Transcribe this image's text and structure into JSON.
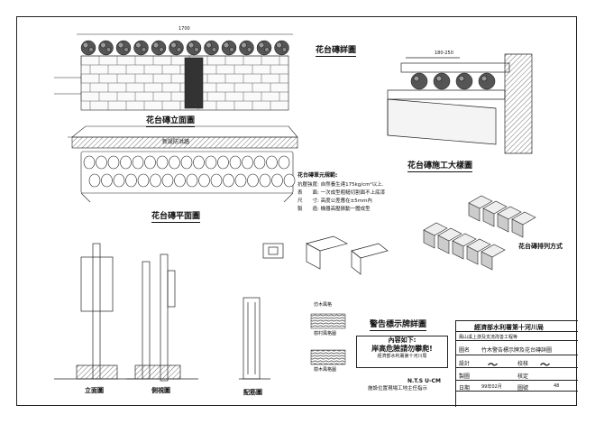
{
  "titles": {
    "brick_front": "花台磚立面圖",
    "brick_plan": "花台磚平面圖",
    "planter_detail": "花台磚詳圖",
    "construction": "花台磚施工大樣圖",
    "warning_sign": "警告標示牌詳圖",
    "front_view": "立面圖",
    "side_view": "側視圖",
    "rebar_view": "配筋圖",
    "arrangement": "花台磚排列方式"
  },
  "labels": {
    "new_embankment": "新設防洪牆",
    "dim_top": "1700",
    "dim_detail": "180-250",
    "spec_title": "花台磚單元規範:",
    "spec_strength": "抗壓強度: 自然養生達175kg/cm²以上.",
    "spec_surface": "表　　面: 一次成型粗糙切割面不上底漆",
    "spec_size": "尺　　寸: 高度公差應在±5mm內",
    "spec_make": "製　　造: 機器高壓振動一體成型",
    "ntsu": "N.T.S U-CM",
    "site_note": "施設位置現場工地主任指示",
    "legend1": "樹村風格圖",
    "legend2": "樹木風格圖",
    "legend3": "仿木風格"
  },
  "notice": {
    "line1": "內容如下:",
    "line2": "岸高危險請勿攀爬!",
    "line3": "經濟部水利署第十河川局"
  },
  "title_block": {
    "agency": "經濟部水利署第十河川局",
    "project": "鳳山溪上游及支流改善工程等",
    "drawing_name_label": "圖名",
    "drawing_name": "竹木警告標示牌及花台磚詳圖",
    "design_label": "設計",
    "draw_label": "製圖",
    "check_label": "校核",
    "approve_label": "核定",
    "date_label": "日期",
    "date": "99年02月",
    "sheet_label": "圖號",
    "sheet": "48"
  }
}
